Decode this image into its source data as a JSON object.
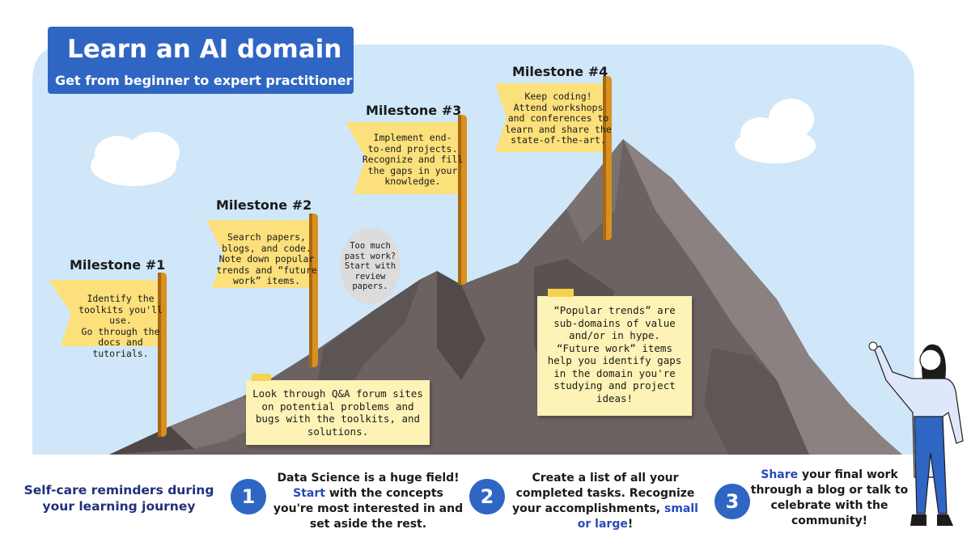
{
  "header": {
    "title": "Learn an AI domain",
    "subtitle": "Get from beginner to expert practitioner"
  },
  "milestones": [
    {
      "label": "Milestone #1",
      "lines": [
        "Identify the",
        "toolkits you'll use.",
        "Go through the",
        "docs and tutorials."
      ]
    },
    {
      "label": "Milestone #2",
      "lines": [
        "Search papers,",
        "blogs, and code.",
        "Note down popular",
        "trends and “future",
        "work” items."
      ]
    },
    {
      "label": "Milestone #3",
      "lines": [
        "Implement end-",
        "to-end projects.",
        "Recognize and fill",
        "the gaps in your",
        "knowledge."
      ]
    },
    {
      "label": "Milestone #4",
      "lines": [
        "Keep coding!",
        "Attend workshops",
        "and conferences to",
        "learn and share the",
        "state-of-the-art."
      ]
    }
  ],
  "notes": {
    "forum": [
      "Look through Q&A forum sites",
      "on potential problems and",
      "bugs with the toolkits, and",
      "solutions."
    ],
    "trends": [
      "“Popular trends” are",
      "sub-domains of value",
      "and/or in hype.",
      "“Future work” items",
      "help you identify gaps",
      "in the domain you're",
      "studying and project",
      "ideas!"
    ]
  },
  "bubble": [
    "Too much",
    "past work?",
    "Start with",
    "review",
    "papers."
  ],
  "reminders": {
    "title_lines": [
      "Self-care reminders during",
      "your learning journey"
    ],
    "steps": [
      {
        "number": "1",
        "l1": "Data Science is a huge field!",
        "l2_hl": "Start",
        "l2": " with the concepts",
        "l3": "you're most interested in and",
        "l4": "set aside the rest."
      },
      {
        "number": "2",
        "l1": "Create a list of all your",
        "l2": "completed tasks. Recognize",
        "l3": "your accomplishments, ",
        "l3_hl": "small",
        "l4_hl": "or large",
        "l4": "!"
      },
      {
        "number": "3",
        "l1_hl": "Share",
        "l1": " your final work",
        "l2": "through a blog or talk to",
        "l3": "celebrate with the",
        "l4": "community!"
      }
    ]
  },
  "colors": {
    "sky": "#cfe7f8",
    "title_bg": "#2f66c4",
    "flag": "#fbe07b",
    "pole": "#d9901f",
    "note": "#fdf3b6",
    "mountain": "#6b6261",
    "accent_text": "#2a49b8"
  }
}
